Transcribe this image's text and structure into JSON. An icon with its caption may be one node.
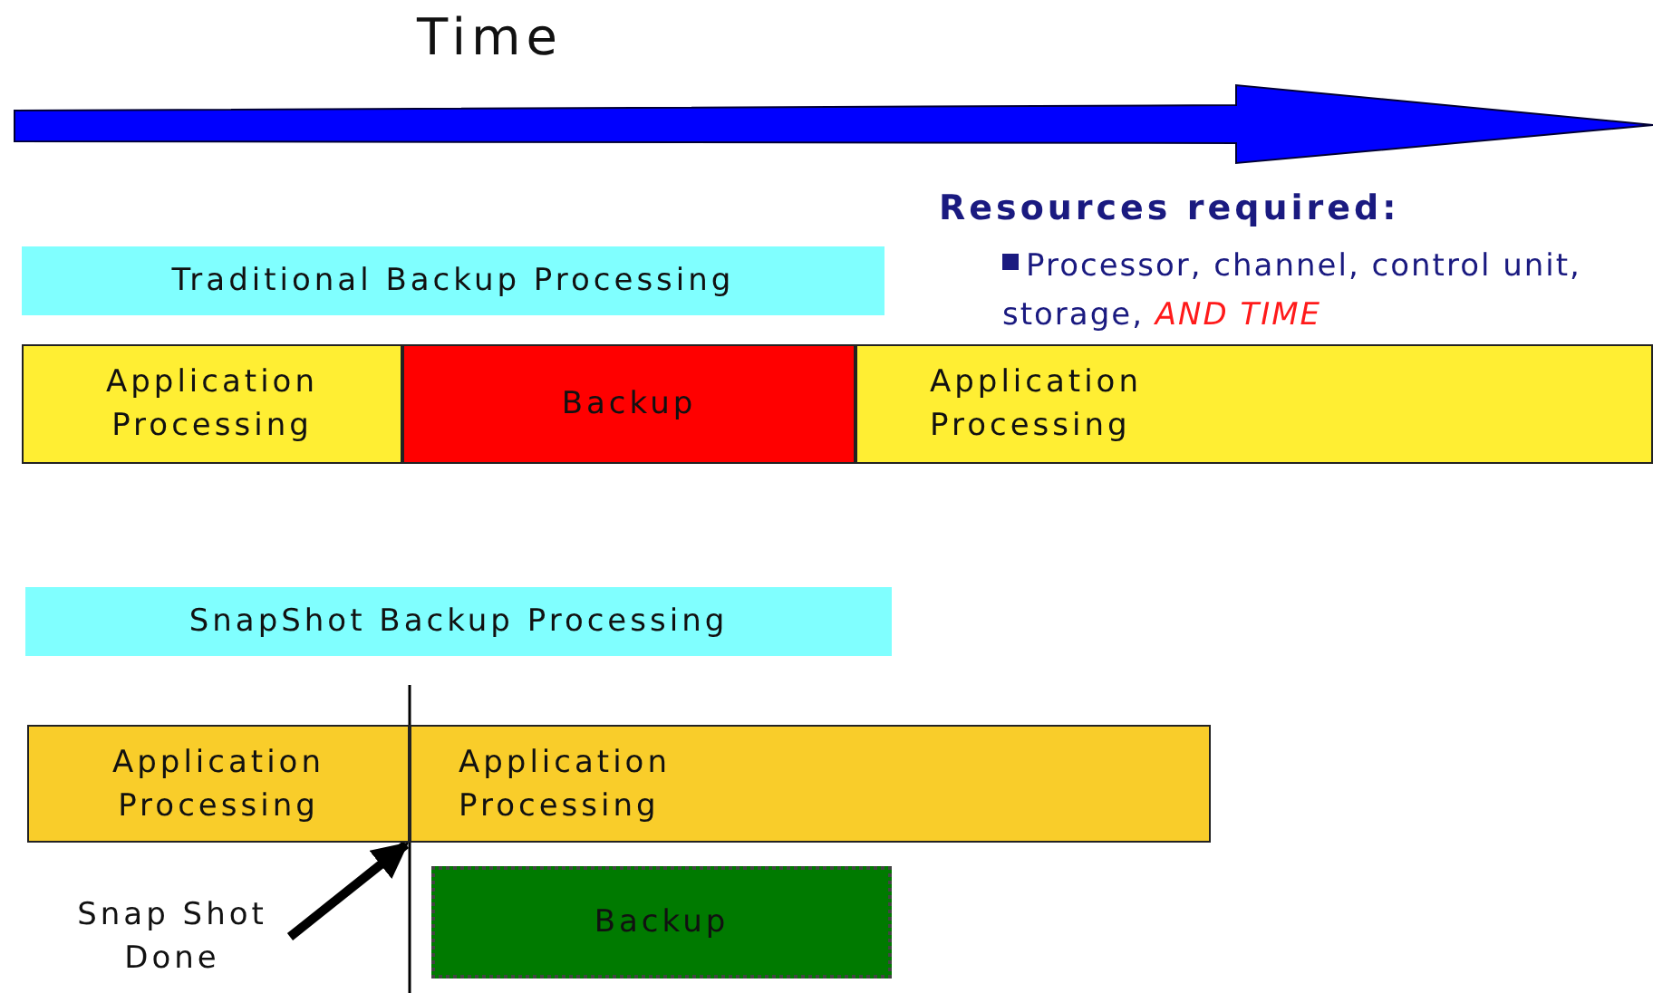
{
  "diagram": {
    "title": "Time",
    "nodes": [
      {
        "text": [
          "Traditional Backup Processing"
        ]
      },
      {
        "text": [
          "Application Processing"
        ]
      },
      {
        "text": [
          "Backup"
        ]
      },
      {
        "text": [
          "Application Processing"
        ]
      },
      {
        "text": [
          "SnapShot Backup Processing"
        ]
      },
      {
        "text": [
          "Application Processing"
        ]
      },
      {
        "text": [
          "Application Processing"
        ]
      },
      {
        "text": [
          "Backup"
        ]
      },
      {
        "text": [
          "Snap Shot Done"
        ]
      }
    ],
    "edges": [
      {
        "from": 8,
        "to": 5,
        "arrow": "to"
      }
    ],
    "labels": [
      "Resources required:",
      "Processor, channel, control unit, storage, *AND TIME*"
    ]
  }
}
